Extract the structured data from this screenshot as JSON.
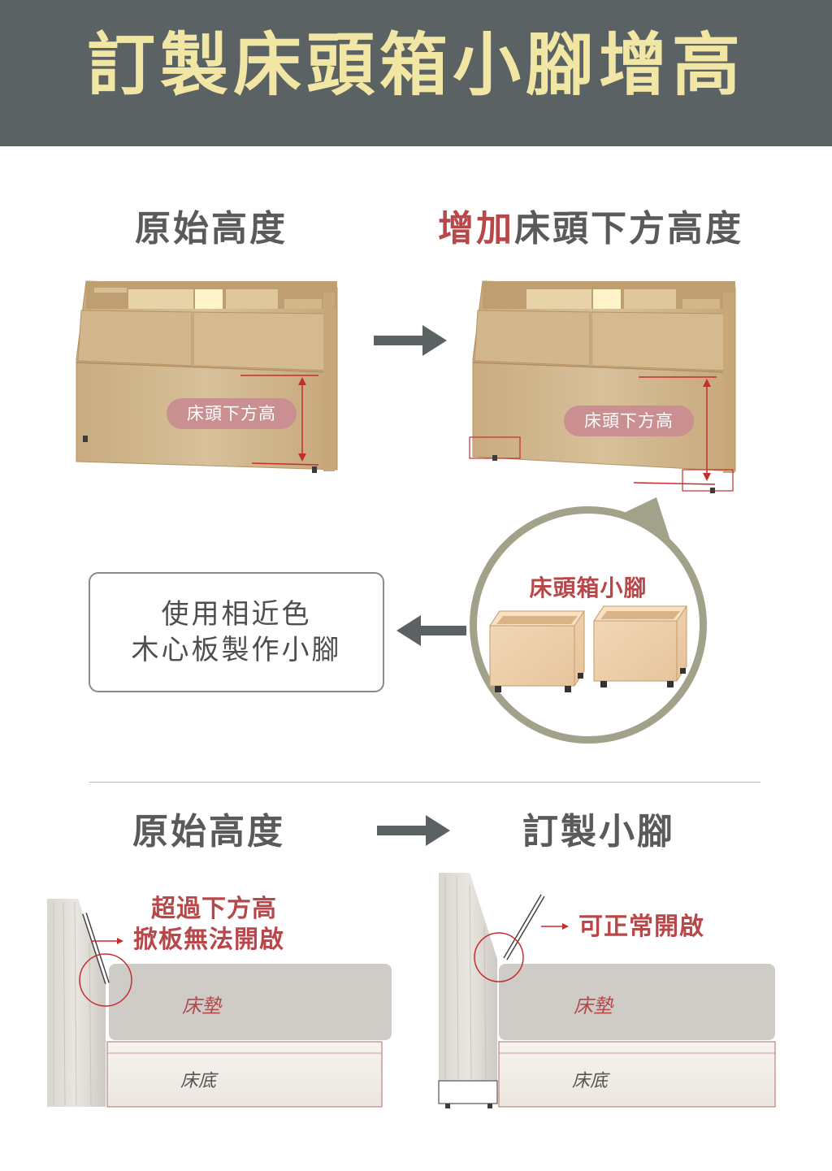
{
  "banner": {
    "title": "訂製床頭箱小腳增高"
  },
  "top": {
    "left_heading": "原始高度",
    "right_heading_accent": "增加",
    "right_heading_rest": "床頭下方高度",
    "height_label_left": "床頭下方高",
    "height_label_right": "床頭下方高"
  },
  "middle": {
    "note_line1": "使用相近色",
    "note_line2": "木心板製作小腳",
    "circle_title": "床頭箱小腳"
  },
  "bottom": {
    "left_heading": "原始高度",
    "right_heading": "訂製小腳",
    "warn_line1": "超過下方高",
    "warn_line2": "掀板無法開啟",
    "ok_text": "可正常開啟",
    "mattress_left": "床墊",
    "base_left": "床底",
    "mattress_right": "床墊",
    "base_right": "床底"
  },
  "colors": {
    "banner_bg": "#5b6263",
    "banner_text": "#f2e6a4",
    "accent_red": "#b8474a",
    "pill_bg": "#c98f91",
    "arrow_gray": "#5b6263",
    "wood": "#cfb48b",
    "ring": "#a2a189"
  }
}
